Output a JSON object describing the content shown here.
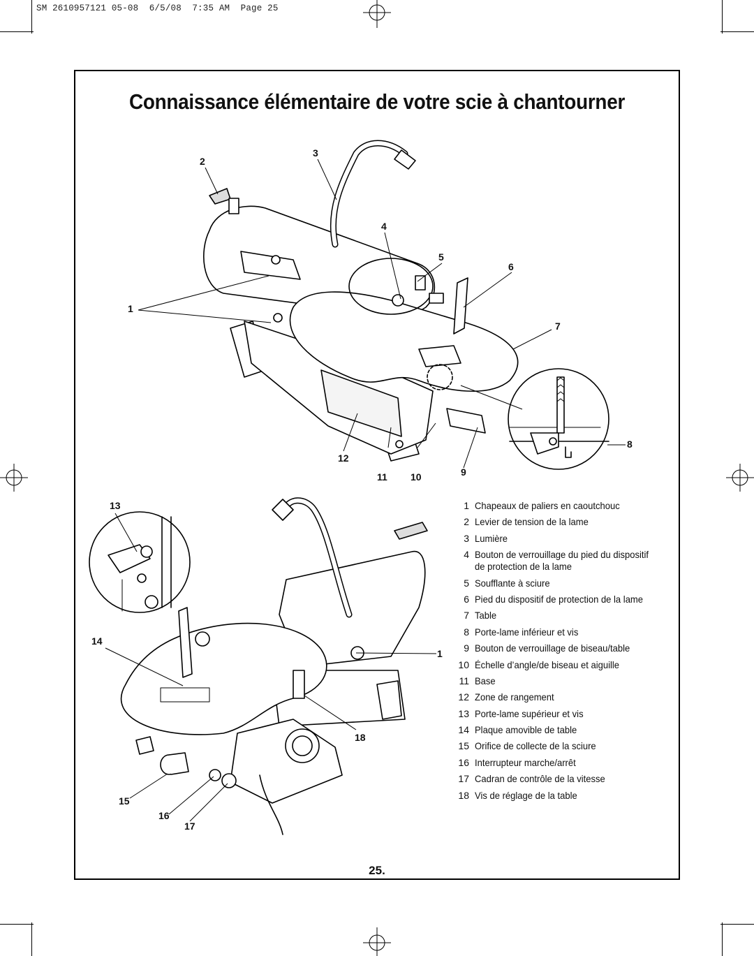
{
  "header": {
    "slug": "SM 2610957121 05-08  6/5/08  7:35 AM  Page 25"
  },
  "title": "Connaissance élémentaire de votre scie à chantourner",
  "callouts": {
    "c1": "1",
    "c2": "2",
    "c3": "3",
    "c4": "4",
    "c5": "5",
    "c6": "6",
    "c7": "7",
    "c8": "8",
    "c9": "9",
    "c10": "10",
    "c11": "11",
    "c12": "12",
    "c13": "13",
    "c14": "14",
    "c1b": "1",
    "c15": "15",
    "c16": "16",
    "c17": "17",
    "c18": "18"
  },
  "legend": [
    {
      "num": "1",
      "text": "Chapeaux de paliers en caoutchouc"
    },
    {
      "num": "2",
      "text": "Levier de tension de la lame"
    },
    {
      "num": "3",
      "text": "Lumière"
    },
    {
      "num": "4",
      "text": "Bouton de verrouillage du pied du dispositif de protection de la lame"
    },
    {
      "num": "5",
      "text": "Soufflante à sciure"
    },
    {
      "num": "6",
      "text": "Pied du dispositif de protection de la lame"
    },
    {
      "num": "7",
      "text": "Table"
    },
    {
      "num": "8",
      "text": "Porte-lame inférieur et vis"
    },
    {
      "num": "9",
      "text": "Bouton de verrouillage de biseau/table"
    },
    {
      "num": "10",
      "text": "Échelle d’angle/de biseau et aiguille"
    },
    {
      "num": "11",
      "text": "Base"
    },
    {
      "num": "12",
      "text": "Zone de rangement"
    },
    {
      "num": "13",
      "text": "Porte-lame supérieur et vis"
    },
    {
      "num": "14",
      "text": "Plaque amovible de table"
    },
    {
      "num": "15",
      "text": "Orifice de collecte de la sciure"
    },
    {
      "num": "16",
      "text": "Interrupteur marche/arrêt"
    },
    {
      "num": "17",
      "text": "Cadran de contrôle de la vitesse"
    },
    {
      "num": "18",
      "text": "Vis de réglage de la table"
    }
  ],
  "page_number": "25."
}
